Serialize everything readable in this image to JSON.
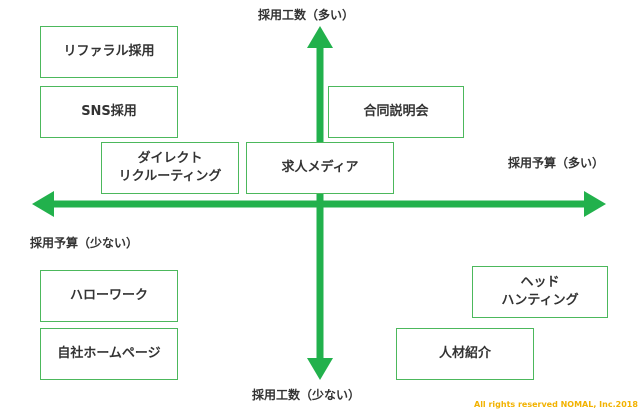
{
  "axes": {
    "top": "採用工数（多い）",
    "bottom": "採用工数（少ない）",
    "right": "採用予算（多い）",
    "left": "採用予算（少ない）"
  },
  "methods": {
    "referral": "リファラル採用",
    "sns": "SNS採用",
    "direct": "ダイレクト\nリクルーティング",
    "job_media": "求人メディア",
    "briefing": "合同説明会",
    "hellowork": "ハローワーク",
    "homepage": "自社ホームページ",
    "headhunting": "ヘッド\nハンティング",
    "agency": "人材紹介"
  },
  "colors": {
    "accent": "#22b14c",
    "box_border": "#4cb85c",
    "copyright": "#f2b200"
  },
  "copyright": "All rights reserved NOMAL, Inc.2018"
}
